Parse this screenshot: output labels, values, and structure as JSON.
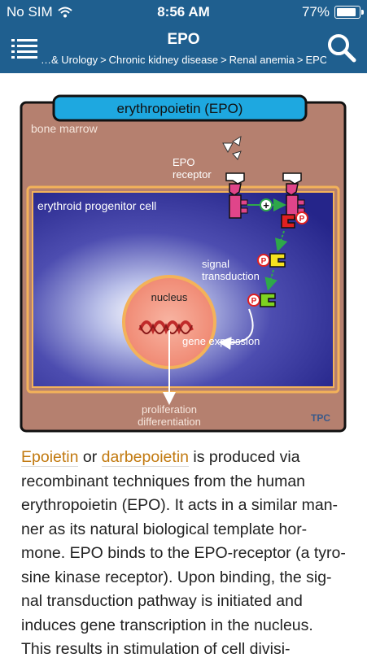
{
  "status_bar": {
    "carrier": "No SIM",
    "time": "8:56 AM",
    "battery": "77%",
    "battery_level": 0.77
  },
  "header": {
    "title": "EPO",
    "breadcrumb": [
      "…& Urology",
      "Chronic kidney disease",
      "Renal anemia",
      "EPO"
    ],
    "breadcrumb_separator": ">"
  },
  "figure": {
    "title": "erythropoietin (EPO)",
    "bone_marrow": "bone marrow",
    "epo_receptor_line1": "EPO",
    "epo_receptor_line2": "receptor",
    "progenitor": "erythroid progenitor cell",
    "signal_line1": "signal",
    "signal_line2": "transduction",
    "nucleus": "nucleus",
    "gene_expression": "gene expression",
    "proliferation": "proliferation",
    "differentiation": "differentiation",
    "plus": "+",
    "phospho": "P",
    "logo": "TPC"
  },
  "body": {
    "link1": "Epoietin",
    "or_text": " or ",
    "link2": "darbepoietin",
    "after_links": " is produced via",
    "lines": [
      "recombinant techniques from the human",
      "erythropoietin (EPO). It acts in a similar man-",
      "ner as its natural biological template hor-",
      "mone. EPO binds to the EPO-receptor (a tyro-",
      "sine kinase receptor). Upon binding, the sig-",
      "nal transduction pathway is initiated and",
      "induces gene transcription in the nucleus.",
      "This results in stimulation of cell divisi-"
    ]
  },
  "colors": {
    "header_bg": "#1f5f8f",
    "link": "#c27a10",
    "bone_marrow": "#b5806f",
    "cell_blue": "#2a2a8a",
    "title_bar": "#1ea8e0"
  }
}
